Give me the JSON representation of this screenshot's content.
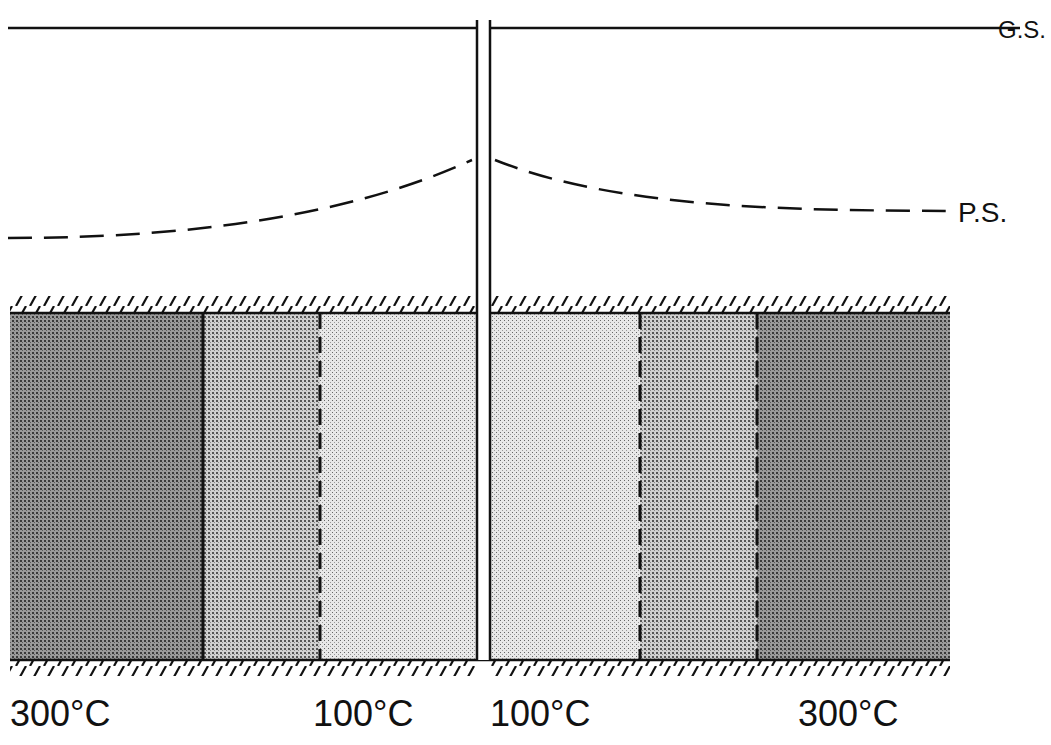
{
  "diagram": {
    "labels": [
      "G.S.",
      "P.S.",
      "300°C",
      "100°C",
      "100°C",
      "300°C"
    ]
  }
}
